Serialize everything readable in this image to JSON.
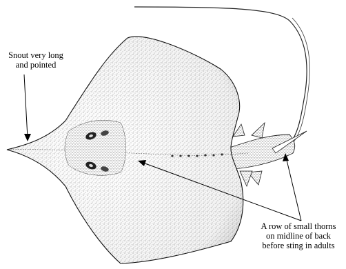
{
  "annotations": {
    "snout": {
      "lines": [
        "Snout very long",
        "and pointed"
      ]
    },
    "thorns": {
      "lines": [
        "A row of small thorns",
        "on midline of back",
        "before sting in adults"
      ]
    }
  },
  "colors": {
    "ink": "#000000",
    "body_stipple": "#555555",
    "background": "#ffffff"
  }
}
